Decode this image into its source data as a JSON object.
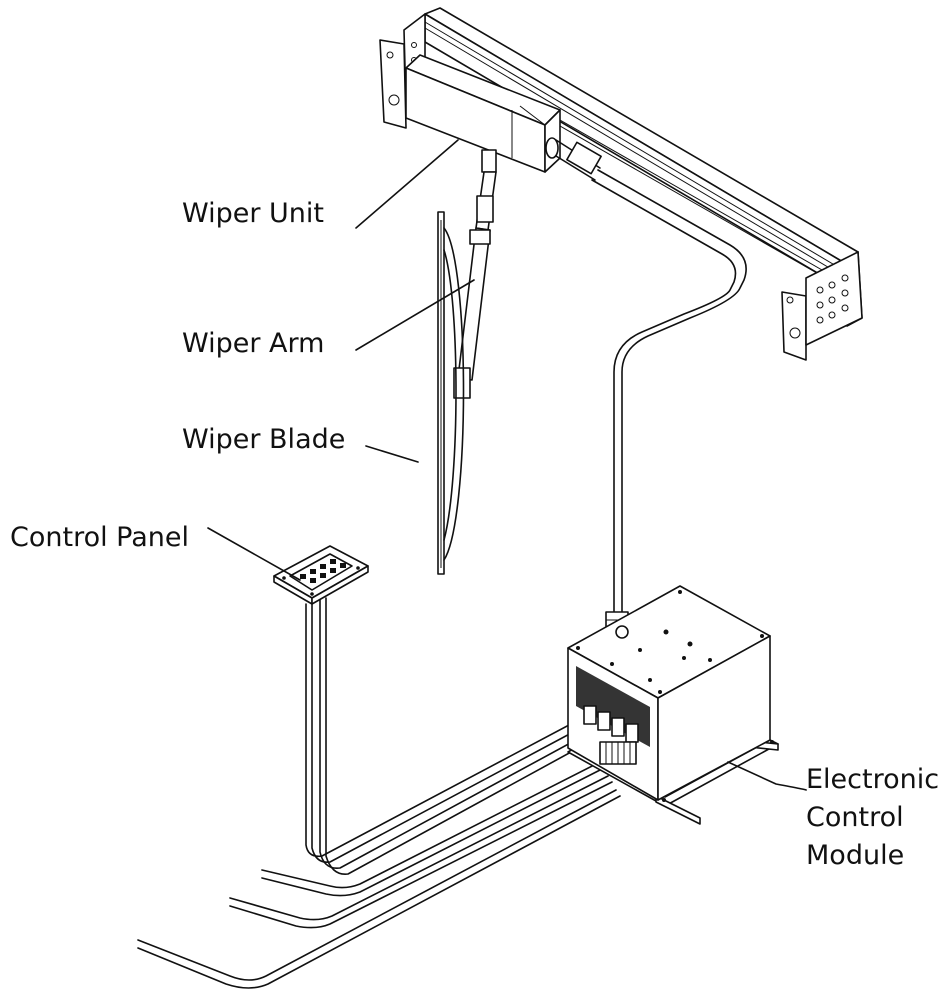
{
  "labels": {
    "wiper_unit": "Wiper Unit",
    "wiper_arm": "Wiper Arm",
    "wiper_blade": "Wiper Blade",
    "control_panel": "Control Panel",
    "ecm_line1": "Electronic",
    "ecm_line2": "Control",
    "ecm_line3": "Module"
  }
}
